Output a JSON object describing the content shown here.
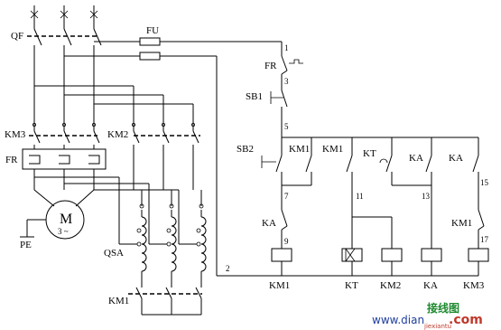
{
  "labels": {
    "qf": "QF",
    "fu": "FU",
    "fr_ctrl": "FR",
    "sb1": "SB1",
    "km3_main": "KM3",
    "km2_main": "KM2",
    "fr_main": "FR",
    "sb2": "SB2",
    "km1_hold": "KM1",
    "km1_c2": "KM1",
    "kt_c": "KT",
    "ka_c1": "KA",
    "ka_c2": "KA",
    "ka_c3": "KA",
    "km1_c3": "KM1",
    "motor": "M",
    "motor_phase": "3 ~",
    "pe": "PE",
    "qsa": "QSA",
    "km1_bottom": "KM1",
    "coil_km1": "KM1",
    "coil_kt": "KT",
    "coil_km2": "KM2",
    "coil_ka": "KA",
    "coil_km3": "KM3",
    "n1": "1",
    "n2": "2",
    "n3": "3",
    "n5": "5",
    "n7": "7",
    "n9": "9",
    "n11": "11",
    "n13": "13",
    "n15": "15",
    "n17": "17"
  },
  "watermark": {
    "site_cn": "接线图",
    "site_url": "www.dian",
    "site_sub": "jiexiantu",
    "site_com": ".com"
  }
}
